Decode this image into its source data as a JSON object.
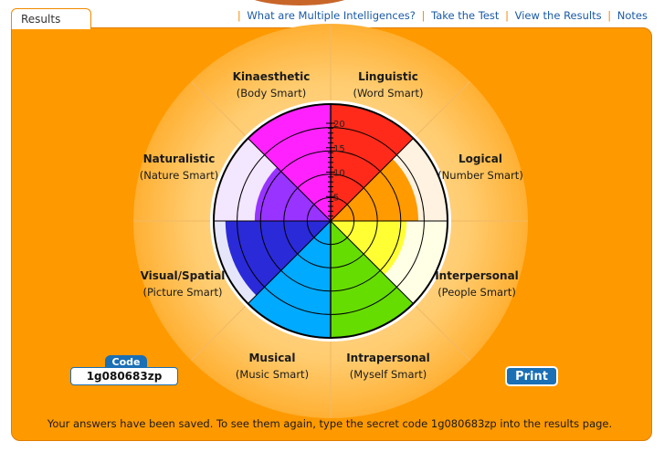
{
  "tab": {
    "label": "Results"
  },
  "nav": {
    "separator": "|",
    "links": [
      {
        "label": "What are Multiple Intelligences?"
      },
      {
        "label": "Take the Test"
      },
      {
        "label": "View the Results"
      },
      {
        "label": "Notes"
      }
    ]
  },
  "code": {
    "label": "Code",
    "value": "1g080683zp"
  },
  "print": {
    "label": "Print"
  },
  "footer": {
    "message": "Your answers have been saved. To see them again, type the secret code 1g080683zp into the results page."
  },
  "wheel": {
    "scale_max": 20,
    "ticks": [
      "5",
      "10",
      "15",
      "20"
    ],
    "segments": [
      {
        "name": "Linguistic",
        "sub": "(Word Smart)",
        "score": 20,
        "color": "#ff2a1a",
        "bg": "#ffe6e3"
      },
      {
        "name": "Logical",
        "sub": "(Number Smart)",
        "score": 15,
        "color": "#ff9a00",
        "bg": "#fff2e0"
      },
      {
        "name": "Interpersonal",
        "sub": "(People Smart)",
        "score": 13,
        "color": "#ffff33",
        "bg": "#ffffe6"
      },
      {
        "name": "Intrapersonal",
        "sub": "(Myself Smart)",
        "score": 20,
        "color": "#66dd00",
        "bg": "#eefbe0"
      },
      {
        "name": "Musical",
        "sub": "(Music Smart)",
        "score": 20,
        "color": "#00aaff",
        "bg": "#e0f5ff"
      },
      {
        "name": "Visual/Spatial",
        "sub": "(Picture Smart)",
        "score": 18,
        "color": "#2a2ad8",
        "bg": "#e6e6fb"
      },
      {
        "name": "Naturalistic",
        "sub": "(Nature Smart)",
        "score": 13,
        "color": "#9933ff",
        "bg": "#f3e6ff"
      },
      {
        "name": "Kinaesthetic",
        "sub": "(Body Smart)",
        "score": 20,
        "color": "#ff22ff",
        "bg": "#ffe6ff"
      }
    ]
  }
}
